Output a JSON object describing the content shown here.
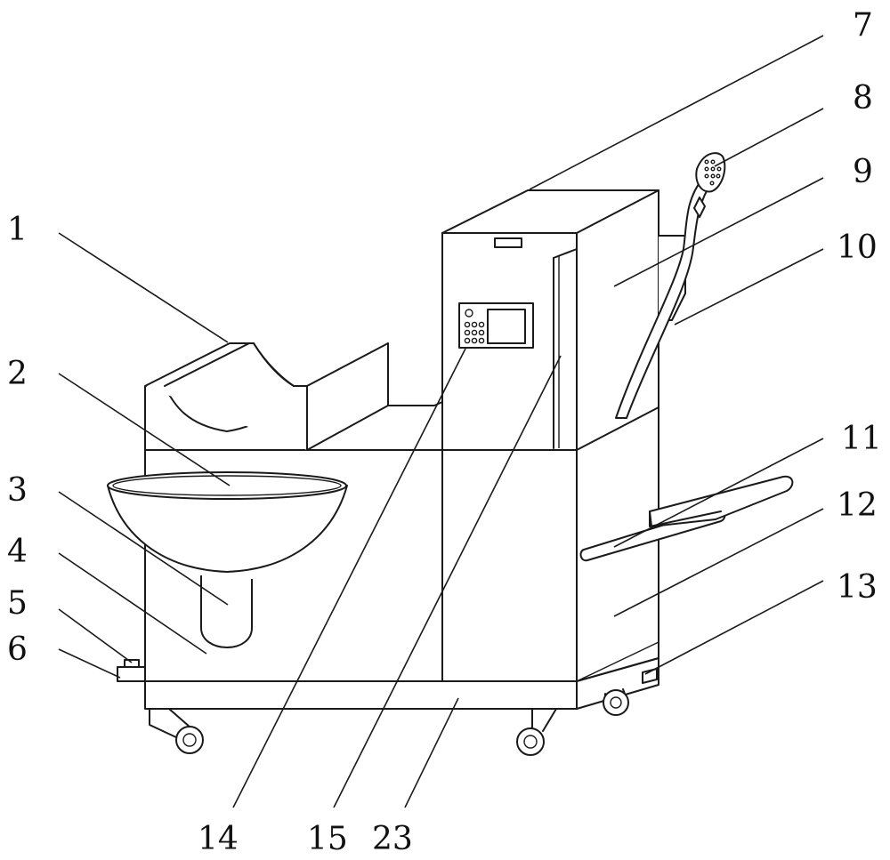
{
  "callouts": [
    {
      "id": "1",
      "text": "1"
    },
    {
      "id": "2",
      "text": "2"
    },
    {
      "id": "3",
      "text": "3"
    },
    {
      "id": "4",
      "text": "4"
    },
    {
      "id": "5",
      "text": "5"
    },
    {
      "id": "6",
      "text": "6"
    },
    {
      "id": "7",
      "text": "7"
    },
    {
      "id": "8",
      "text": "8"
    },
    {
      "id": "9",
      "text": "9"
    },
    {
      "id": "10",
      "text": "10"
    },
    {
      "id": "11",
      "text": "11"
    },
    {
      "id": "12",
      "text": "12"
    },
    {
      "id": "13",
      "text": "13"
    },
    {
      "id": "14",
      "text": "14"
    },
    {
      "id": "15",
      "text": "15"
    },
    {
      "id": "23",
      "text": "23"
    }
  ],
  "colors": {
    "line": "#1a1a1a",
    "background": "#ffffff"
  }
}
